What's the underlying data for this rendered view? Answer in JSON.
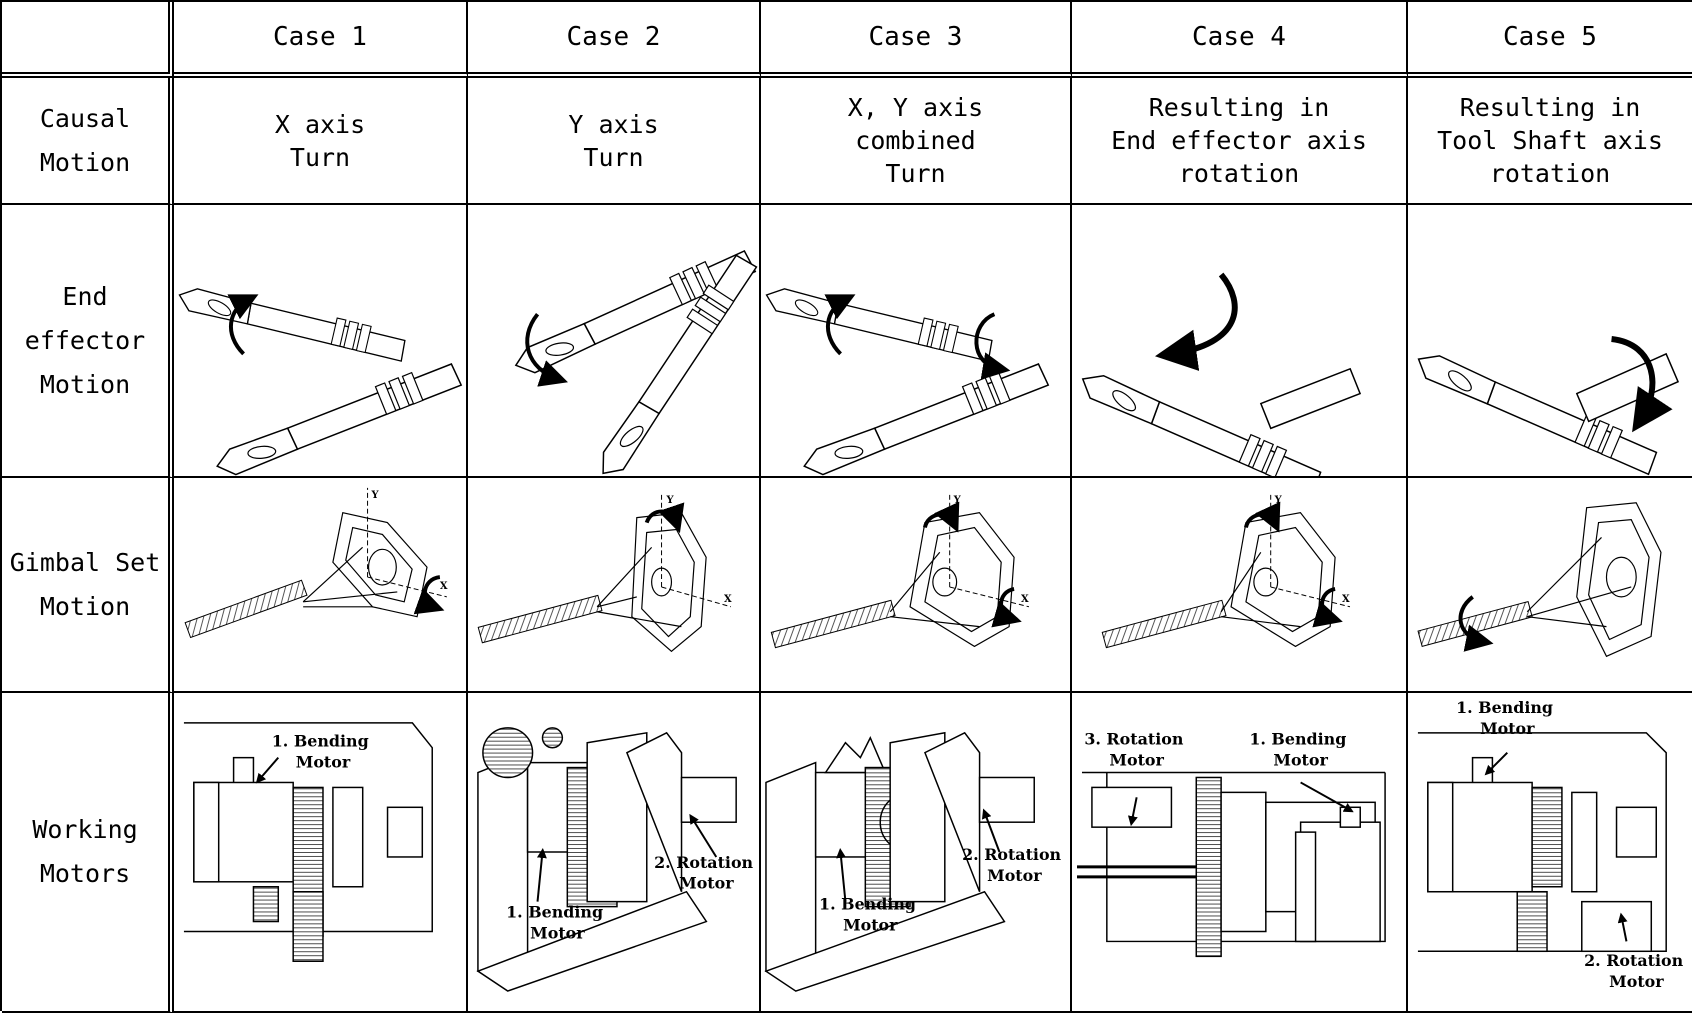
{
  "headers": [
    "",
    "Case 1",
    "Case 2",
    "Case 3",
    "Case 4",
    "Case 5"
  ],
  "rows": [
    {
      "label": "Causal\nMotion",
      "cells": [
        "X axis\nTurn",
        "Y axis\nTurn",
        "X, Y axis\ncombined\nTurn",
        "Resulting in\nEnd effector axis\nrotation",
        "Resulting in\nTool Shaft axis\nrotation"
      ]
    },
    {
      "label": "End effector\nMotion"
    },
    {
      "label": "Gimbal Set\nMotion"
    },
    {
      "label": "Working\nMotors"
    }
  ],
  "gimbal_axes": {
    "x": "X",
    "y": "Y"
  },
  "motor_labels": {
    "case1": {
      "bending": "1. Bending\nMotor"
    },
    "case2": {
      "bending": "1. Bending\nMotor",
      "rotation": "2. Rotation\nMotor"
    },
    "case3": {
      "bending": "1. Bending\nMotor",
      "rotation": "2. Rotation\nMotor"
    },
    "case4": {
      "rotation": "3. Rotation\nMotor",
      "bending": "1. Bending\nMotor"
    },
    "case5": {
      "bending": "1. Bending\nMotor",
      "rotation": "2. Rotation\nMotor"
    }
  }
}
